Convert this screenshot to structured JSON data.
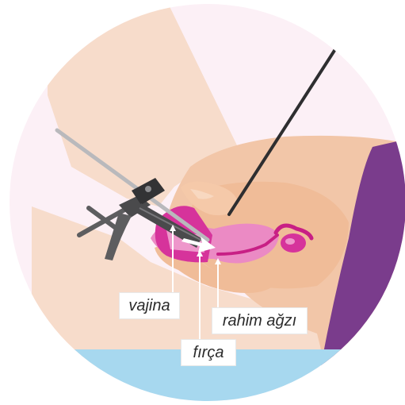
{
  "labels": {
    "vajina": "vajina",
    "rahim_agzi": "rahim ağzı",
    "firca": "fırça"
  },
  "colors": {
    "background_circle": "#fcf0f6",
    "skin_light": "#f5d7c4",
    "skin_mid": "#f2c2a3",
    "skin_dark": "#f0b894",
    "organ_pink": "#e97fc0",
    "organ_magenta": "#c81f85",
    "cloth_purple": "#7a3c8c",
    "table_blue": "#a7d8ef",
    "instrument_gray": "#5d5d5f",
    "instrument_dark": "#333335"
  },
  "icons": [
    "speculum-icon",
    "brush-icon",
    "pointer-stick-icon",
    "arrow-icon"
  ]
}
